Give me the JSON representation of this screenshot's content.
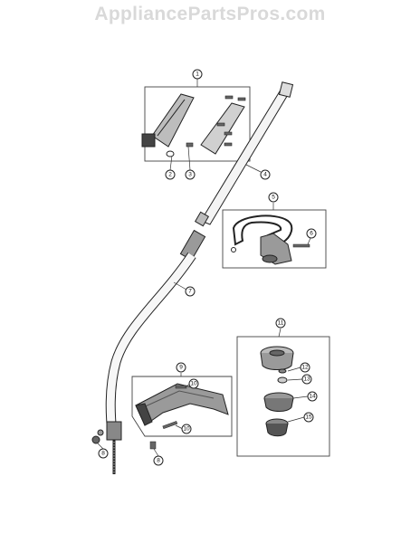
{
  "watermark": "AppliancePartsPros.com",
  "callouts": {
    "c1": "1",
    "c2": "2",
    "c3": "3",
    "c4": "4",
    "c5": "5",
    "c6": "6",
    "c7": "7",
    "c8a": "8",
    "c8b": "8",
    "c9": "9",
    "c10a": "10",
    "c10b": "10",
    "c11": "11",
    "c12": "12",
    "c13": "13",
    "c14": "14",
    "c15": "15"
  },
  "colors": {
    "line": "#222222",
    "shade": "#9a9a9a",
    "dark": "#555555"
  }
}
